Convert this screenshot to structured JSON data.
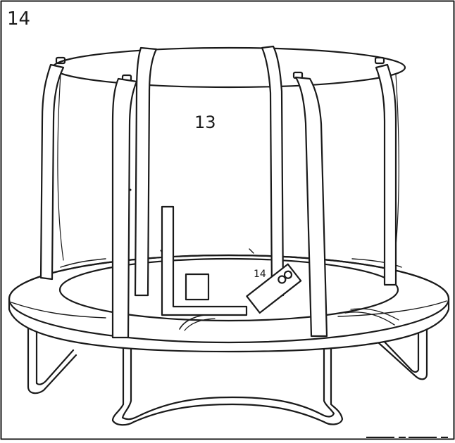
{
  "step": {
    "number": "14"
  },
  "labels": {
    "net_enclosure": "13",
    "hardware": "14"
  },
  "colors": {
    "line": "#1a1a1a",
    "paper": "#ffffff"
  }
}
